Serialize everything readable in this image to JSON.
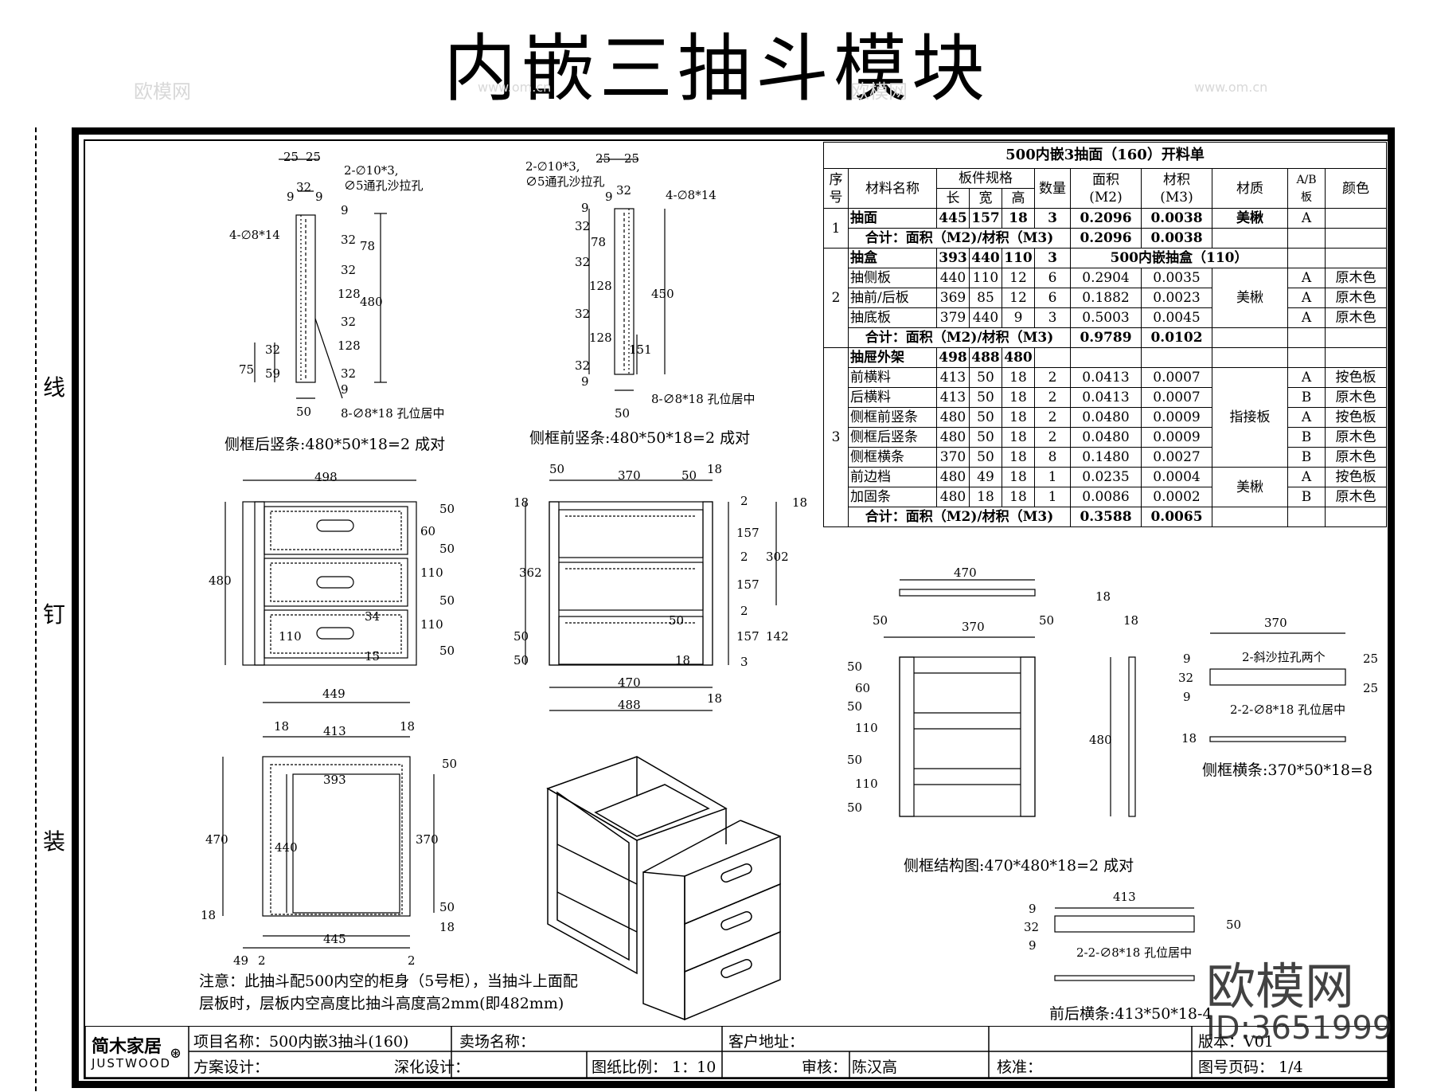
{
  "title": "内嵌三抽斗模块",
  "binding_labels": [
    "线",
    "钉",
    "装"
  ],
  "watermarks": {
    "site": "欧模网",
    "url": "www.om.cn",
    "brand": "欧模网",
    "id": "ID:3651999"
  },
  "drawings": {
    "rear_post": {
      "caption": "侧框后竖条:480*50*18=2 成对",
      "notes": [
        "2-∅10*3,",
        "∅5通孔沙拉孔",
        "4-∅8*14",
        "8-∅8*18 孔位居中"
      ],
      "dims": [
        "25",
        "25",
        "32",
        "9",
        "9",
        "9",
        "32",
        "32",
        "128",
        "32",
        "128",
        "32",
        "9",
        "78",
        "480",
        "75",
        "59",
        "32",
        "50"
      ]
    },
    "front_post": {
      "caption": "侧框前竖条:480*50*18=2 成对",
      "notes": [
        "2-∅10*3,",
        "∅5通孔沙拉孔",
        "4-∅8*14",
        "8-∅8*18 孔位居中"
      ],
      "dims": [
        "25",
        "25",
        "9",
        "32",
        "9",
        "32",
        "78",
        "32",
        "128",
        "32",
        "128",
        "32",
        "9",
        "450",
        "151",
        "50"
      ]
    },
    "front_view": {
      "dims": [
        "498",
        "480",
        "50",
        "60",
        "50",
        "110",
        "50",
        "110",
        "50",
        "110",
        "34",
        "15"
      ]
    },
    "side_view": {
      "dims": [
        "50",
        "370",
        "50",
        "18",
        "18",
        "2",
        "157",
        "2",
        "157",
        "2",
        "157",
        "3",
        "362",
        "302",
        "18",
        "142",
        "50",
        "50",
        "50",
        "470",
        "488",
        "18",
        "18"
      ]
    },
    "top_view": {
      "dims": [
        "449",
        "18",
        "413",
        "18",
        "393",
        "50",
        "470",
        "440",
        "370",
        "18",
        "18",
        "50",
        "445",
        "49",
        "2",
        "2"
      ]
    },
    "side_frame": {
      "caption": "侧框结构图:470*480*18=2 成对",
      "dims": [
        "470",
        "18",
        "50",
        "370",
        "50",
        "18",
        "50",
        "60",
        "50",
        "110",
        "50",
        "110",
        "50",
        "480"
      ]
    },
    "side_rail": {
      "caption": "侧框横条:370*50*18=8",
      "notes": [
        "2-斜沙拉孔两个",
        "2-2-∅8*18 孔位居中"
      ],
      "dims": [
        "370",
        "9",
        "32",
        "9",
        "25",
        "25",
        "18"
      ]
    },
    "front_rear_rail": {
      "caption": "前后横条:413*50*18-4",
      "notes": [
        "2-2-∅8*18 孔位居中"
      ],
      "dims": [
        "413",
        "9",
        "32",
        "9",
        "50"
      ]
    },
    "note": [
      "注意：此抽斗配500内空的柜身（5号柜），当抽斗上面配",
      "层板时，层板内空高度比抽斗高度高2mm(即482mm)"
    ]
  },
  "cut_list": {
    "title": "500内嵌3抽面（160）开料单",
    "headers": {
      "no": "序号",
      "name": "材料名称",
      "spec": "板件规格",
      "len": "长",
      "wid": "宽",
      "hei": "高",
      "qty": "数量",
      "area": "面积",
      "area_u": "(M2)",
      "vol": "材积",
      "vol_u": "(M3)",
      "mat": "材质",
      "ab": "A/B",
      "ab2": "板",
      "color": "颜色"
    },
    "group1": {
      "no": "1",
      "rows": [
        {
          "name": "抽面",
          "l": "445",
          "w": "157",
          "h": "18",
          "q": "3",
          "a": "0.2096",
          "v": "0.0038",
          "m": "美楸",
          "ab": "A",
          "c": ""
        }
      ],
      "total": {
        "label": "合计：面积（M2)/材积（M3)",
        "a": "0.2096",
        "v": "0.0038"
      }
    },
    "group2": {
      "no": "2",
      "header": {
        "name": "抽盒",
        "l": "393",
        "w": "440",
        "h": "110",
        "q": "3",
        "note": "500内嵌抽盒（110）"
      },
      "rows": [
        {
          "name": "抽侧板",
          "l": "440",
          "w": "110",
          "h": "12",
          "q": "6",
          "a": "0.2904",
          "v": "0.0035",
          "ab": "A",
          "c": "原木色"
        },
        {
          "name": "抽前/后板",
          "l": "369",
          "w": "85",
          "h": "12",
          "q": "6",
          "a": "0.1882",
          "v": "0.0023",
          "ab": "A",
          "c": "原木色"
        },
        {
          "name": "抽底板",
          "l": "379",
          "w": "440",
          "h": "9",
          "q": "3",
          "a": "0.5003",
          "v": "0.0045",
          "ab": "A",
          "c": "原木色"
        }
      ],
      "mat": "美楸",
      "total": {
        "label": "合计：面积（M2)/材积（M3)",
        "a": "0.9789",
        "v": "0.0102"
      }
    },
    "group3": {
      "no": "3",
      "header": {
        "name": "抽屉外架",
        "l": "498",
        "w": "488",
        "h": "480"
      },
      "rows": [
        {
          "name": "前横料",
          "l": "413",
          "w": "50",
          "h": "18",
          "q": "2",
          "a": "0.0413",
          "v": "0.0007",
          "ab": "A",
          "c": "按色板"
        },
        {
          "name": "后横料",
          "l": "413",
          "w": "50",
          "h": "18",
          "q": "2",
          "a": "0.0413",
          "v": "0.0007",
          "ab": "B",
          "c": "原木色"
        },
        {
          "name": "侧框前竖条",
          "l": "480",
          "w": "50",
          "h": "18",
          "q": "2",
          "a": "0.0480",
          "v": "0.0009",
          "ab": "A",
          "c": "按色板"
        },
        {
          "name": "侧框后竖条",
          "l": "480",
          "w": "50",
          "h": "18",
          "q": "2",
          "a": "0.0480",
          "v": "0.0009",
          "ab": "B",
          "c": "原木色"
        },
        {
          "name": "侧框横条",
          "l": "370",
          "w": "50",
          "h": "18",
          "q": "8",
          "a": "0.1480",
          "v": "0.0027",
          "ab": "B",
          "c": "原木色"
        },
        {
          "name": "前边档",
          "l": "480",
          "w": "49",
          "h": "18",
          "q": "1",
          "a": "0.0235",
          "v": "0.0004",
          "ab": "A",
          "c": "按色板"
        },
        {
          "name": "加固条",
          "l": "480",
          "w": "18",
          "h": "18",
          "q": "1",
          "a": "0.0086",
          "v": "0.0002",
          "ab": "B",
          "c": "原木色"
        }
      ],
      "mat1": "指接板",
      "mat2": "美楸",
      "total": {
        "label": "合计：面积（M2)/材积（M3)",
        "a": "0.3588",
        "v": "0.0065"
      }
    }
  },
  "title_block": {
    "logo_cn": "简木家居",
    "logo_en": "JUSTWOOD",
    "project": "项目名称：500内嵌3抽斗(160)",
    "store": "卖场名称：",
    "client": "客户地址：",
    "version": "版本：V01",
    "designer": "方案设计：",
    "detailer": "深化设计：",
    "scale": "图纸比例：  1：10",
    "reviewer": "审核：  陈汉高",
    "approver": "核准：",
    "page": "图号页码：  1/4"
  }
}
